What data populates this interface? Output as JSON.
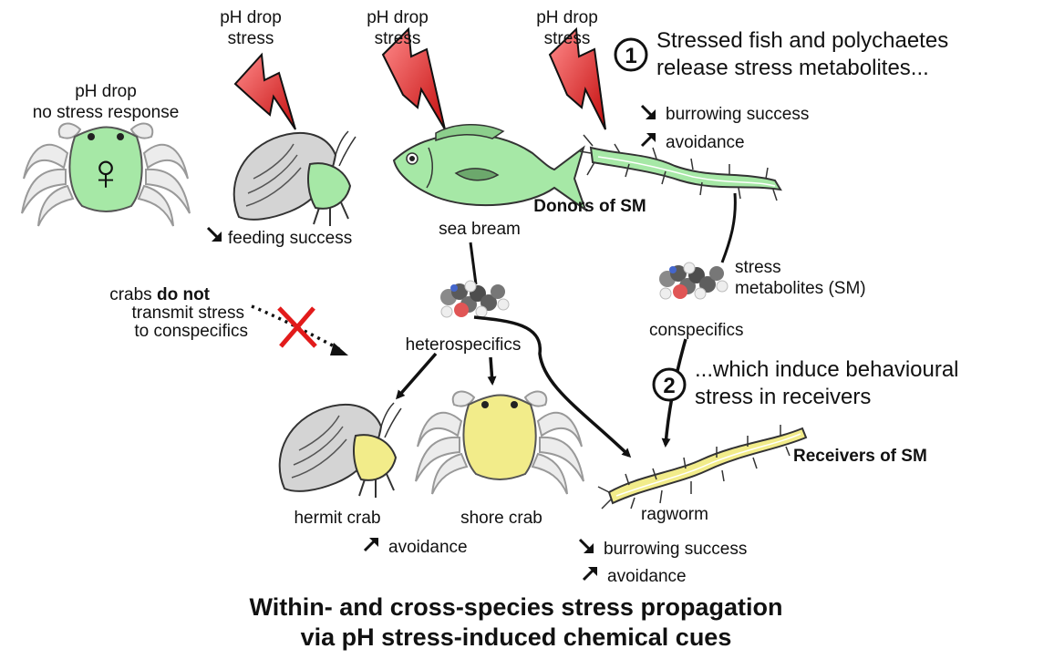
{
  "stress_labels": {
    "hermit": [
      "pH drop",
      "stress"
    ],
    "bream": [
      "pH drop",
      "stress"
    ],
    "worm": [
      "pH drop",
      "stress"
    ]
  },
  "female_crab": {
    "lines": [
      "pH drop",
      "no stress response"
    ],
    "symbol": "♀"
  },
  "step1": {
    "number": "1",
    "lines": [
      "Stressed fish and polychaetes",
      "release stress metabolites..."
    ]
  },
  "step2": {
    "number": "2",
    "lines": [
      "...which induce behavioural",
      "stress in receivers"
    ]
  },
  "donor_effects": {
    "burrowing": "burrowing success",
    "avoidance": "avoidance"
  },
  "hermit_effect": "feeding success",
  "sea_bream": "sea bream",
  "donors": "Donors of SM",
  "crabs_note": {
    "pre": "crabs ",
    "emph": "do not",
    "line2": "transmit stress",
    "line3": "to conspecifics"
  },
  "heterospecifics": "heterospecifics",
  "sm_label": [
    "stress",
    "metabolites (SM)"
  ],
  "conspecifics": "conspecifics",
  "receivers": "Receivers of SM",
  "hermit_crab": "hermit crab",
  "shore_crab": "shore crab",
  "ragworm": "ragworm",
  "crab_effect": "avoidance",
  "ragworm_effects": {
    "burrowing": "burrowing success",
    "avoidance": "avoidance"
  },
  "title": [
    "Within- and cross-species stress propagation",
    "via pH stress-induced chemical cues"
  ],
  "colors": {
    "donor_green": "#a6e8a6",
    "receiver_yellow": "#f2ec8a",
    "lightning": "#e21b1b",
    "shell": "#d4d4d4",
    "cross": "#e21b1b"
  }
}
